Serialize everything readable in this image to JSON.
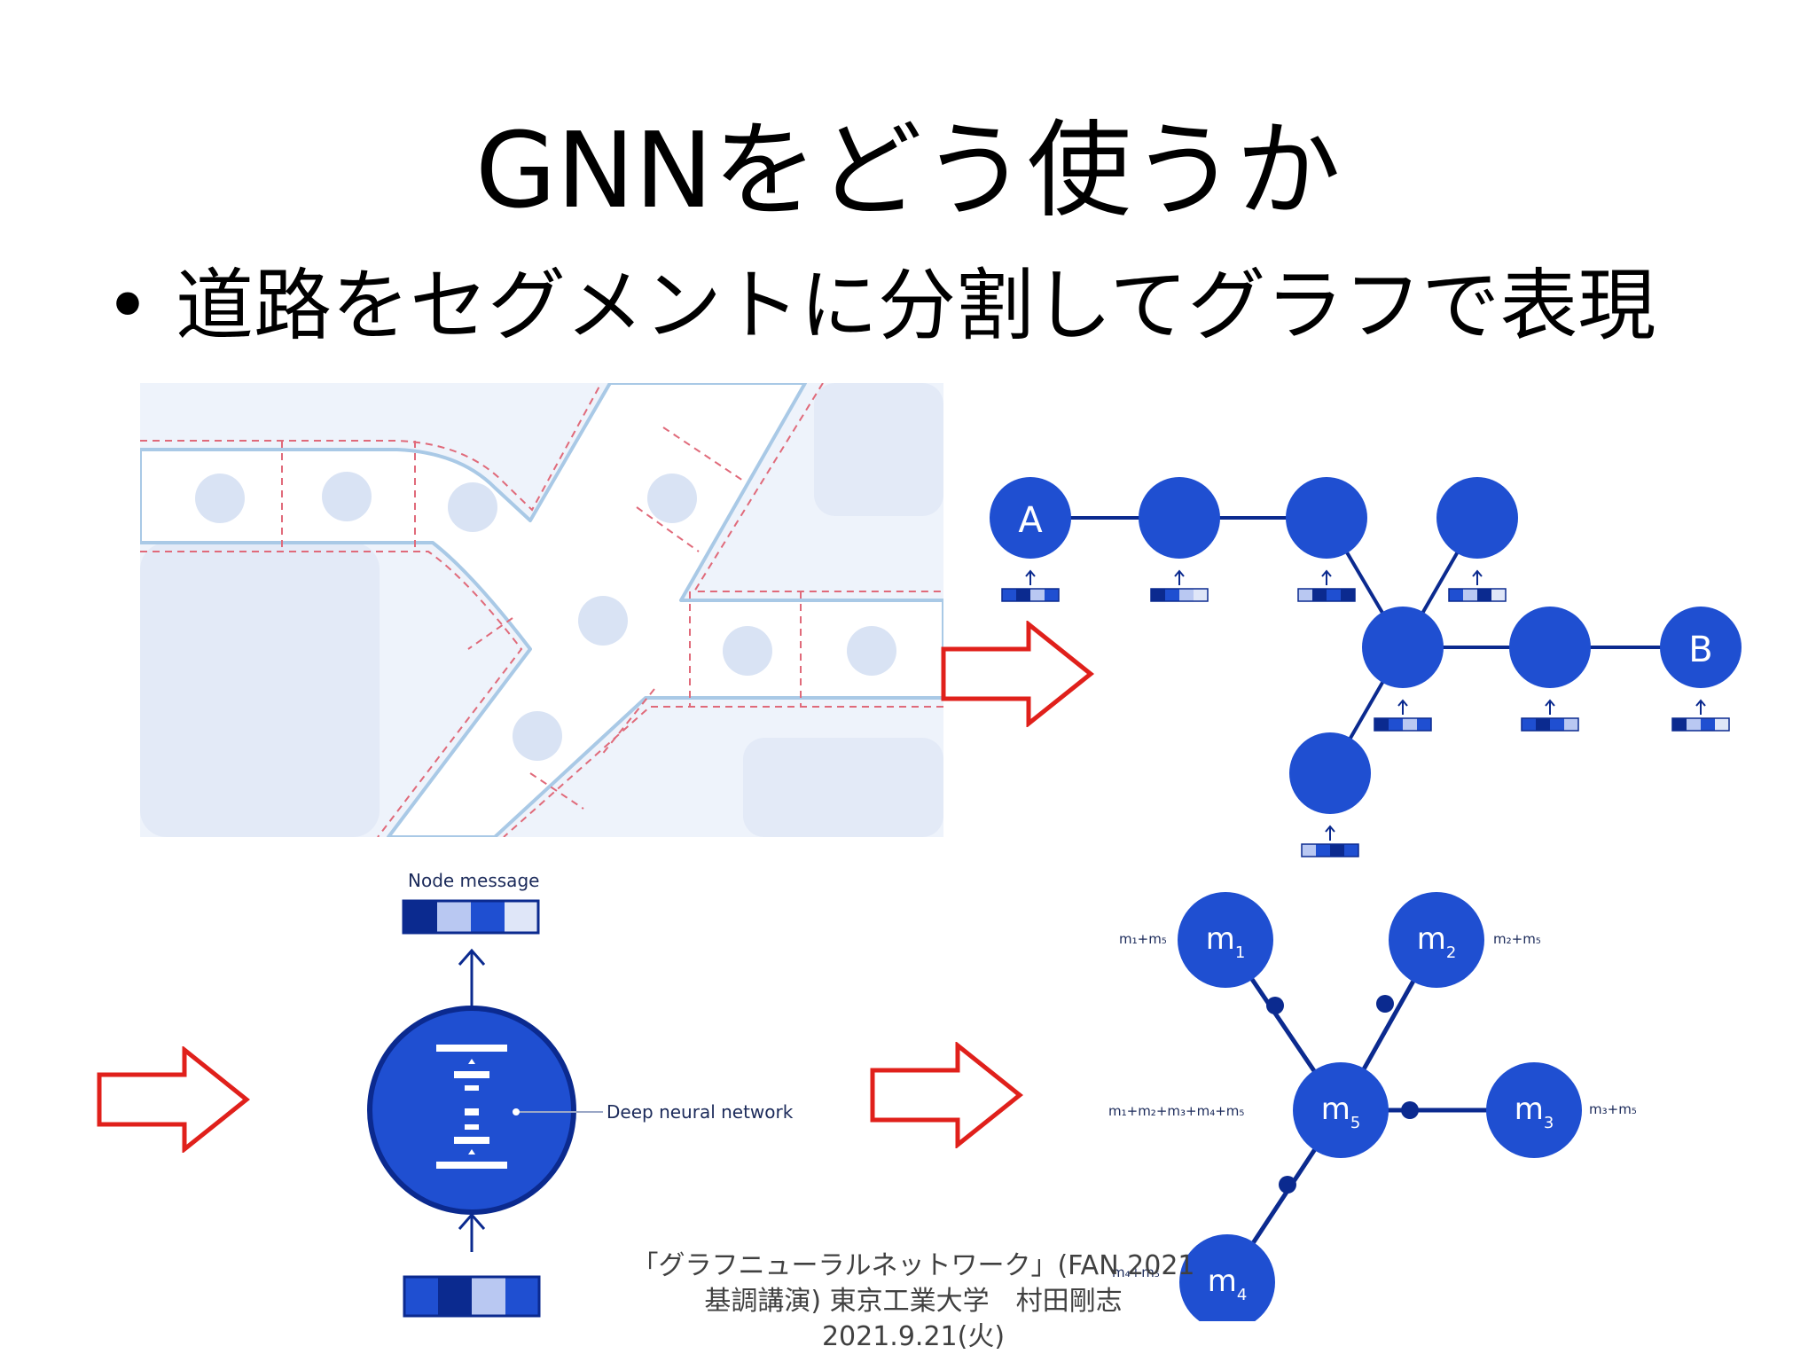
{
  "slide": {
    "title": "GNNをどう使うか",
    "bullet": {
      "symbol": "•",
      "text": "道路をセグメントに分割してグラフで表現"
    },
    "footer": {
      "line1": "「グラフニューラルネットワーク」(FAN 2021",
      "line2": "基調講演) 東京工業大学　村田剛志",
      "line3": "2021.9.21(火)"
    }
  },
  "road_graph": {
    "node_a_label": "A",
    "node_b_label": "B"
  },
  "node_message_diagram": {
    "output_label": "Node message",
    "network_label": "Deep neural network"
  },
  "message_passing": {
    "nodes": {
      "m1": {
        "base": "m",
        "sub": "1"
      },
      "m2": {
        "base": "m",
        "sub": "2"
      },
      "m3": {
        "base": "m",
        "sub": "3"
      },
      "m4": {
        "base": "m",
        "sub": "4"
      },
      "m5": {
        "base": "m",
        "sub": "5"
      }
    },
    "sums": {
      "s1": "m₁+m₅",
      "s2": "m₂+m₅",
      "s3": "m₃+m₅",
      "s4": "m₄+m₅",
      "s5": "m₁+m₂+m₃+m₄+m₅"
    }
  },
  "colors": {
    "node_blue": "#1f4fd1",
    "dark_blue": "#0b2a8f",
    "light_blue": "#b9c8f2",
    "arrow_red": "#e0201b",
    "road_edge": "#a9c9e6",
    "segment_dash": "#e06a7a"
  }
}
